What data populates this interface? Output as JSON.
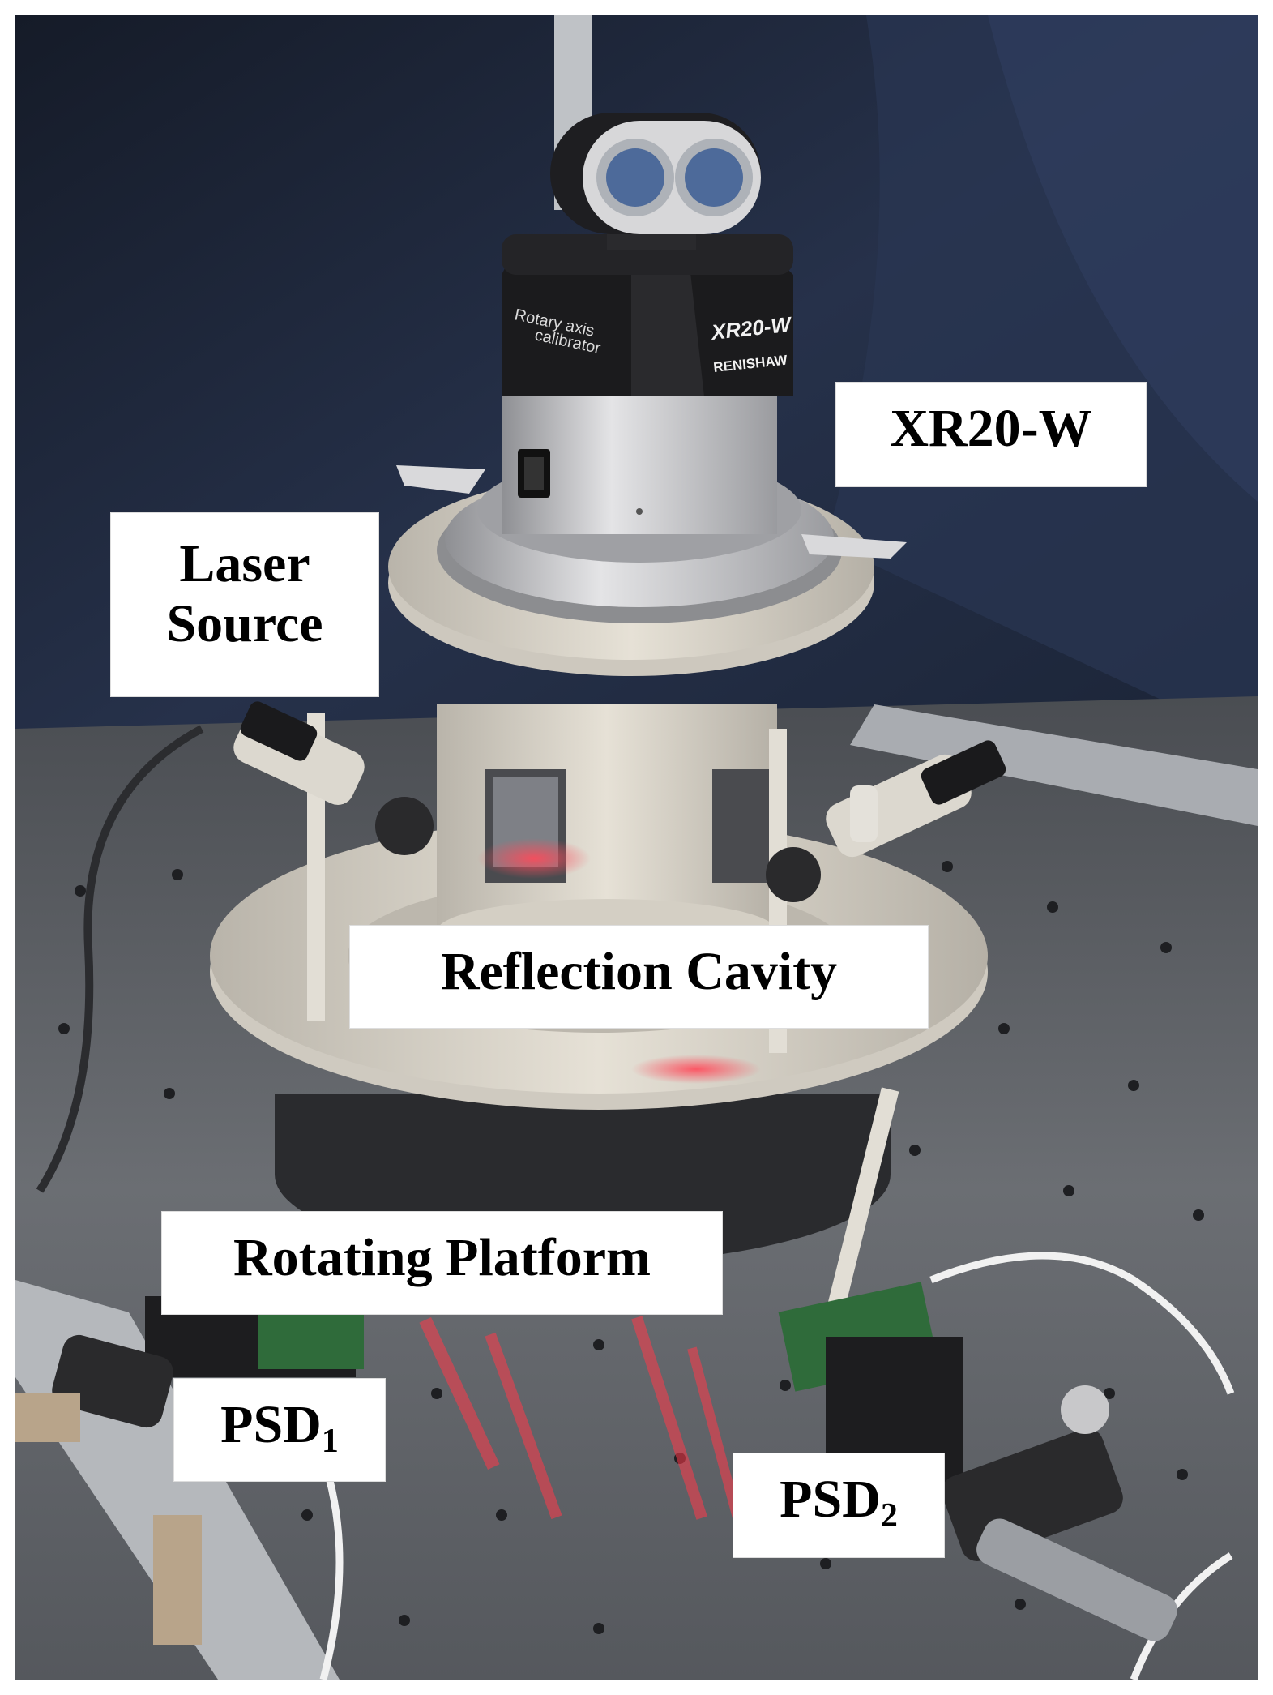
{
  "labels": {
    "xr20w": "XR20-W",
    "laser_line1": "Laser",
    "laser_line2": "Source",
    "reflection_cavity": "Reflection Cavity",
    "rotating_platform": "Rotating Platform",
    "psd1_base": "PSD",
    "psd1_sub": "1",
    "psd2_base": "PSD",
    "psd2_sub": "2"
  },
  "device_markings": {
    "side_text_1": "Rotary axis",
    "side_text_2": "calibrator",
    "model": "XR20-W",
    "brand": "RENISHAW"
  },
  "colors": {
    "curtain": "#1c2536",
    "table": "#5d6066",
    "laser_red": "#ff3a4a",
    "device_black": "#1b1b1d",
    "device_silver": "#c9c9cb",
    "platform_beige": "#d8d3c8"
  }
}
